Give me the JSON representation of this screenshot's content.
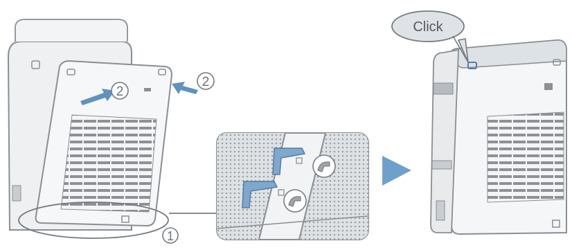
{
  "callout": {
    "text": "Click"
  },
  "step_labels": {
    "step1": "①",
    "step2a": "②",
    "step2b": "②"
  },
  "icons": {
    "push_arrow_left": "right-arrow",
    "push_arrow_right": "left-arrow",
    "next_step_arrow": "play-triangle-right"
  },
  "colors": {
    "outline": "#8a8e93",
    "body_fill": "#eef0f2",
    "panel_fill": "#f6f7f8",
    "slot_fill": "#8d9196",
    "accent_blue": "#5f92bf",
    "top_band": "#dde2e7"
  }
}
